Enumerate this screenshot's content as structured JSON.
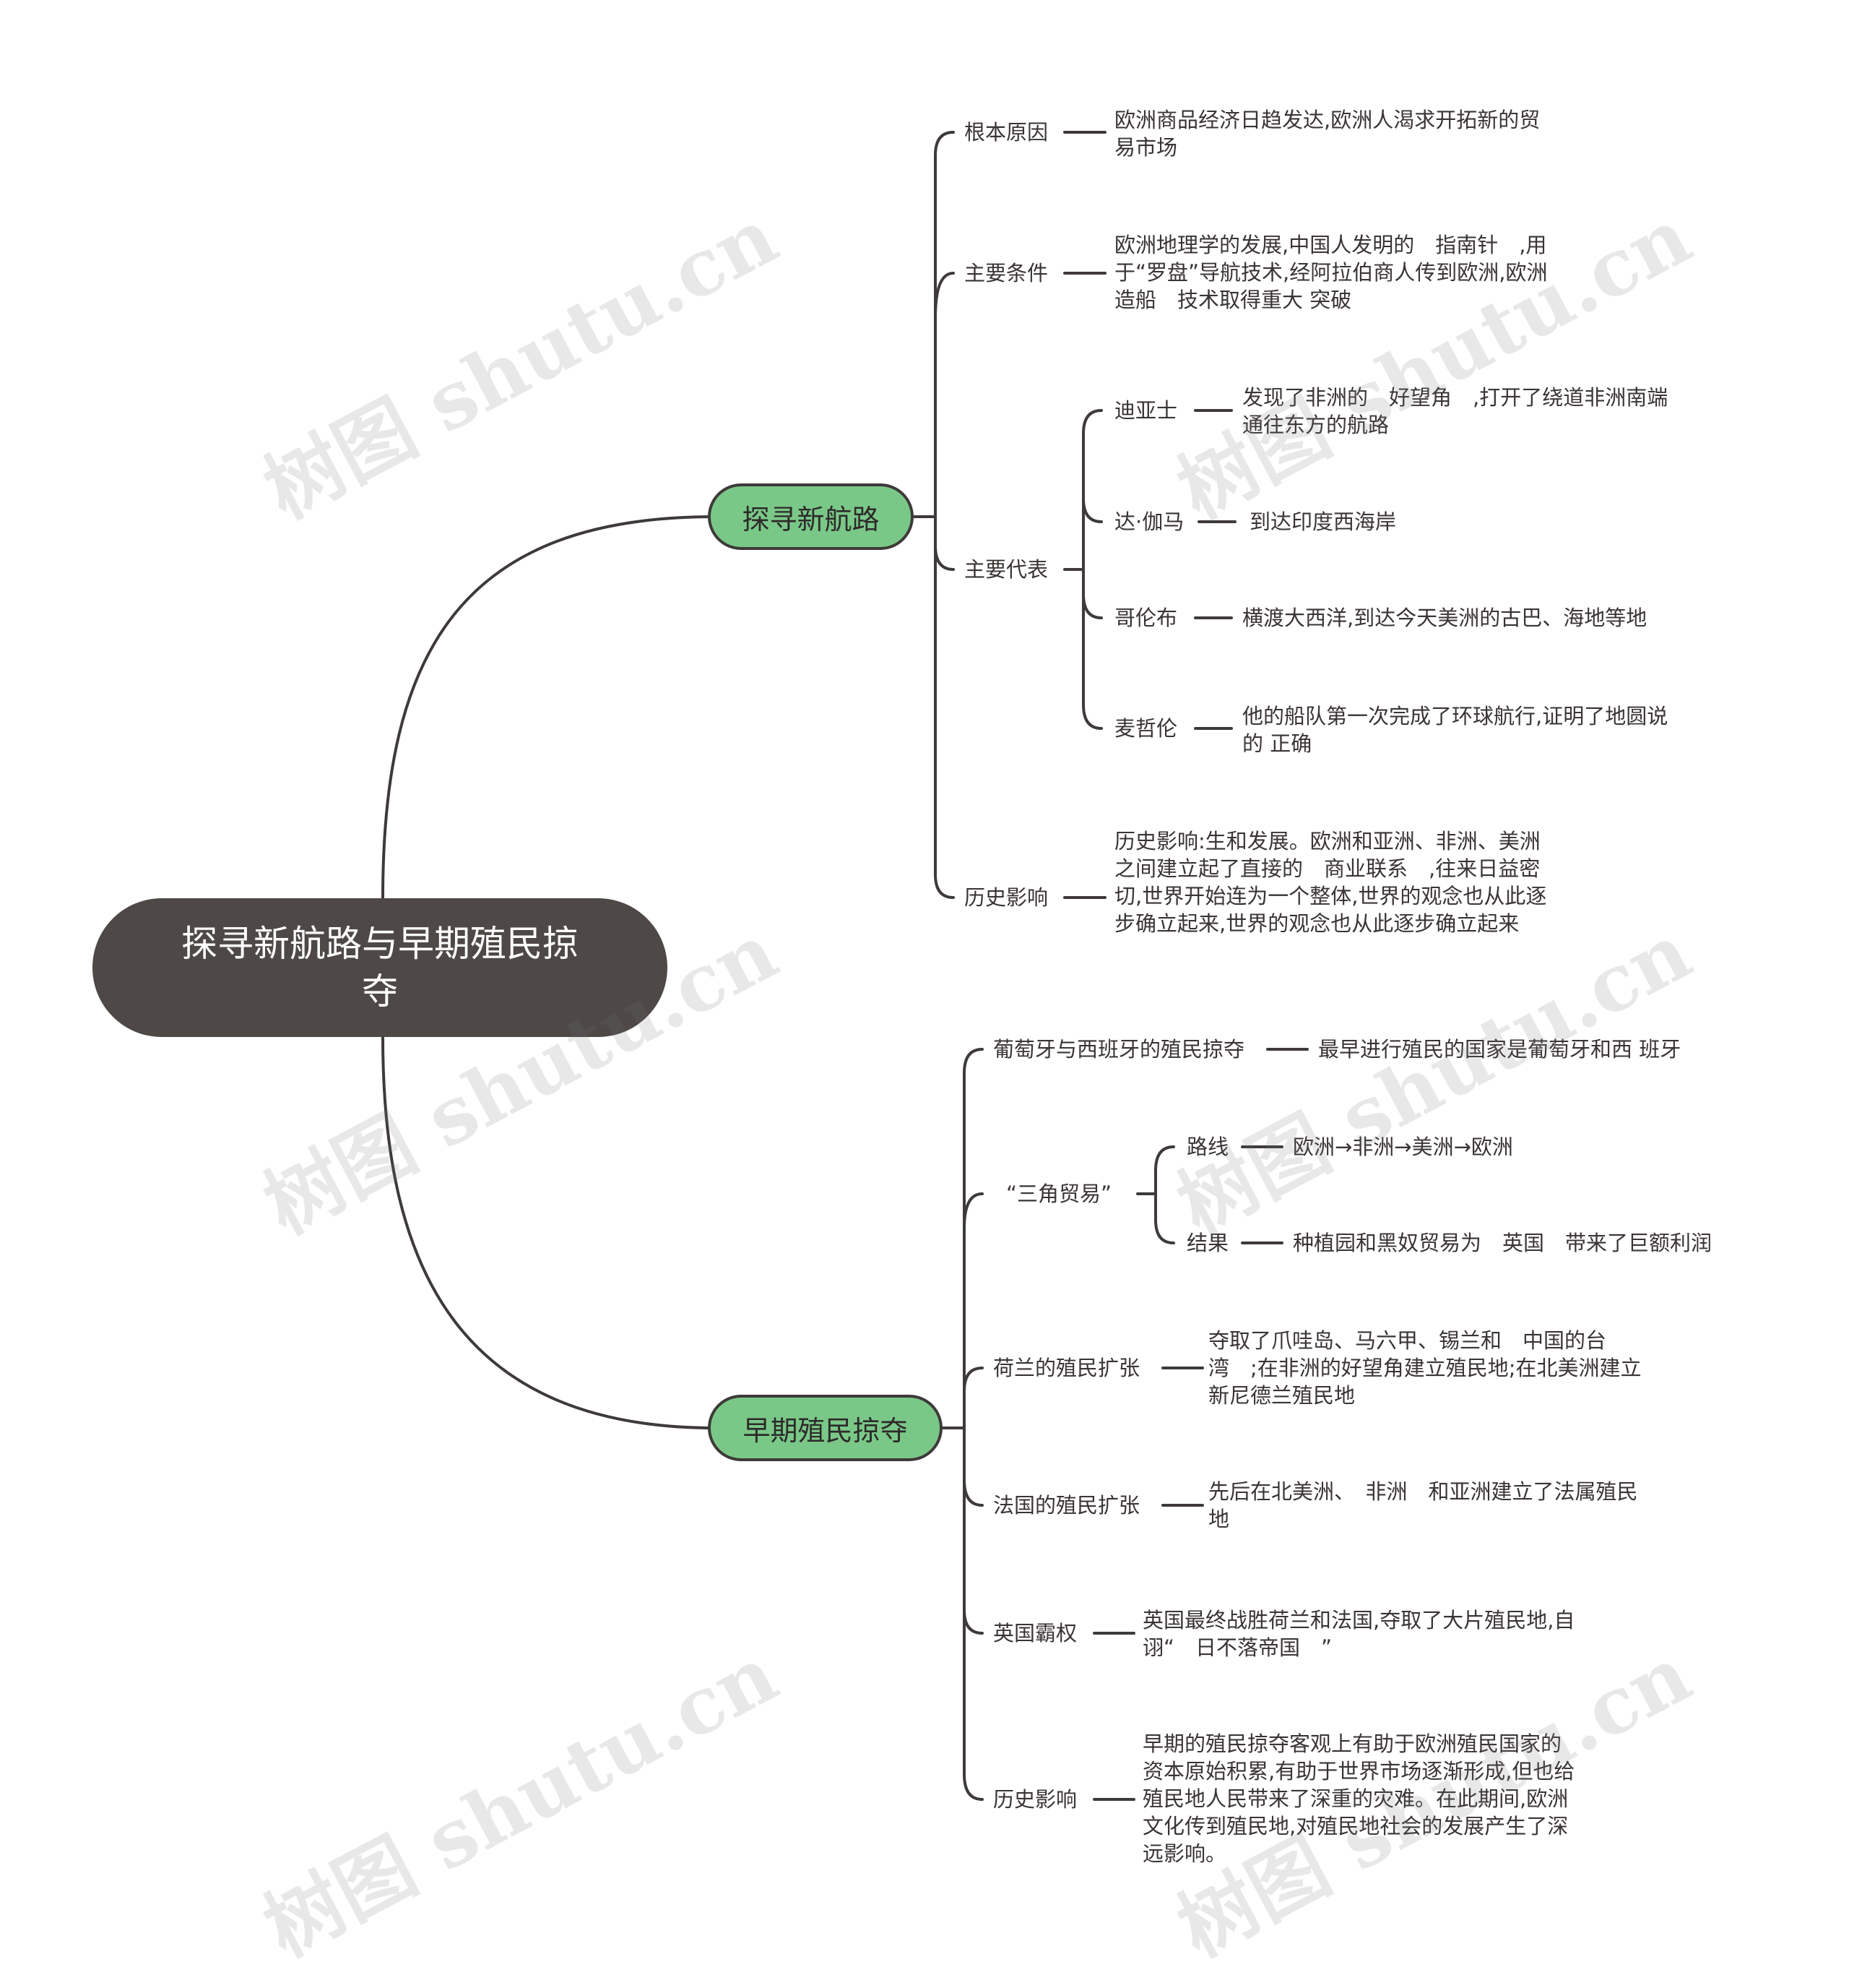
{
  "root": "探寻新航路与早期殖民掠夺",
  "branch1": {
    "title": "探寻新航路",
    "n1": {
      "label": "根本原因",
      "text": "欧洲商品经济日趋发达,欧洲人渴求开拓新的贸易市场"
    },
    "n2": {
      "label": "主要条件",
      "text": "欧洲地理学的发展,中国人发明的　指南针　,用于“罗盘”导航技术,经阿拉伯商人传到欧洲,欧洲　造船　技术取得重大 突破"
    },
    "n3": {
      "label": "主要代表",
      "c1": {
        "label": "迪亚士",
        "text": "发现了非洲的　好望角　,打开了绕道非洲南端通往东方的航路"
      },
      "c2": {
        "label": "达·伽马",
        "text": "到达印度西海岸"
      },
      "c3": {
        "label": "哥伦布",
        "text": "横渡大西洋,到达今天美洲的古巴、海地等地"
      },
      "c4": {
        "label": "麦哲伦",
        "text": "他的船队第一次完成了环球航行,证明了地圆说的 正确"
      }
    },
    "n4": {
      "label": "历史影响",
      "text": "历史影响:生和发展。欧洲和亚洲、非洲、美洲之间建立起了直接的　商业联系　,往来日益密切,世界开始连为一个整体,世界的观念也从此逐步确立起来,世界的观念也从此逐步确立起来"
    }
  },
  "branch2": {
    "title": "早期殖民掠夺",
    "n1": {
      "label": "葡萄牙与西班牙的殖民掠夺",
      "text": "最早进行殖民的国家是葡萄牙和西 班牙"
    },
    "n2": {
      "label": "“三角贸易”",
      "c1": {
        "label": "路线",
        "text": "欧洲→非洲→美洲→欧洲"
      },
      "c2": {
        "label": "结果",
        "text": "种植园和黑奴贸易为　英国　带来了巨额利润"
      }
    },
    "n3": {
      "label": "荷兰的殖民扩张",
      "text": "夺取了爪哇岛、马六甲、锡兰和　中国的台湾　;在非洲的好望角建立殖民地;在北美洲建立新尼德兰殖民地"
    },
    "n4": {
      "label": "法国的殖民扩张",
      "text": "先后在北美洲、　非洲　和亚洲建立了法属殖民地"
    },
    "n5": {
      "label": "英国霸权",
      "text": "英国最终战胜荷兰和法国,夺取了大片殖民地,自诩“　日不落帝国　”"
    },
    "n6": {
      "label": "历史影响",
      "text": "早期的殖民掠夺客观上有助于欧洲殖民国家的资本原始积累,有助于世界市场逐渐形成,但也给殖民地人民带来了深重的灾难。在此期间,欧洲文化传到殖民地,对殖民地社会的发展产生了深远影响。"
    }
  },
  "watermark": "树图 shutu.cn",
  "colors": {
    "root_fill": "#4e4847",
    "branch_fill": "#7ac888",
    "line": "#3e3a39"
  }
}
